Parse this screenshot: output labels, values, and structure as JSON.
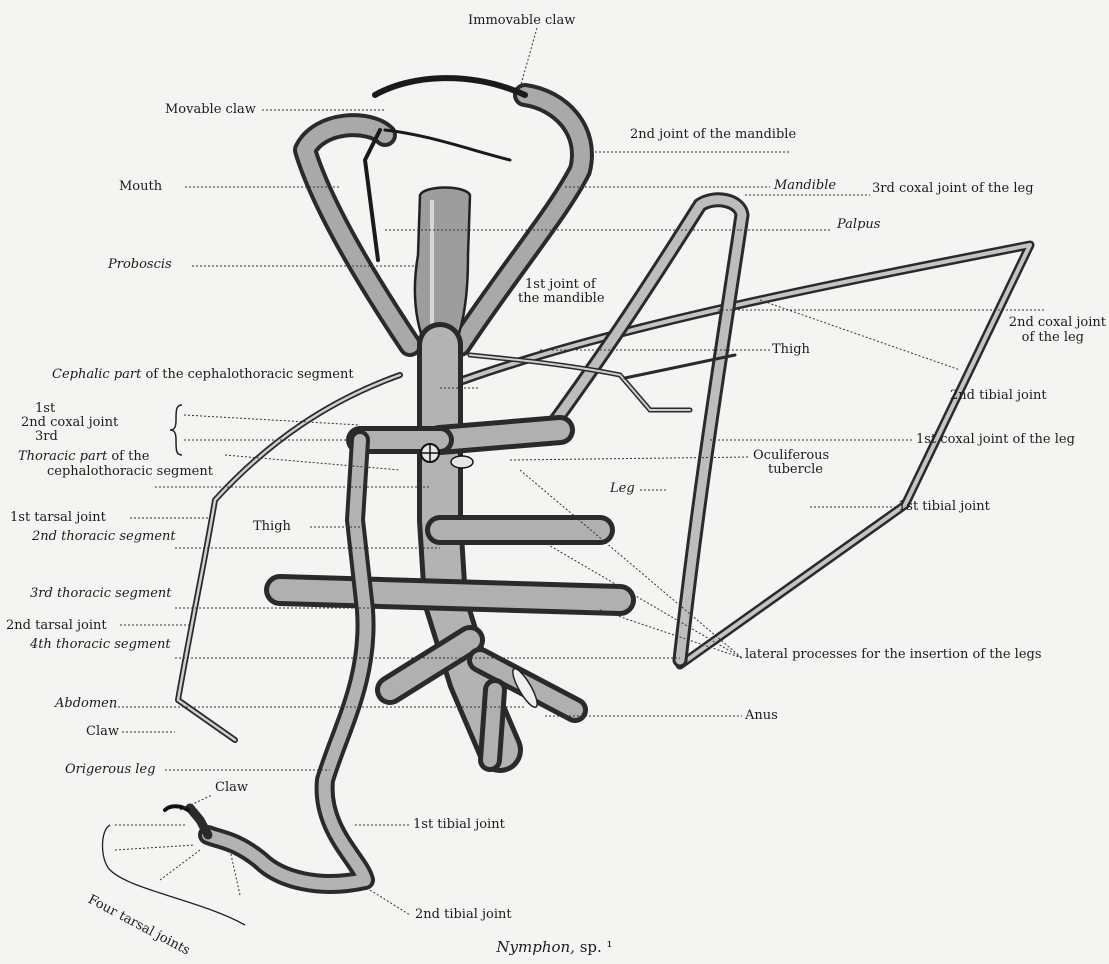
{
  "figure": {
    "caption_name": "Nymphon,",
    "caption_rest": " sp. ¹"
  },
  "labels": {
    "immovable_claw": "Immovable claw",
    "movable_claw": "Movable claw",
    "mandible_joint2": "2nd joint of the mandible",
    "mouth": "Mouth",
    "mandible": "Mandible",
    "coxal3_leg": "3rd coxal joint of the leg",
    "palpus": "Palpus",
    "proboscis": "Proboscis",
    "mandible_joint1_a": "1st joint of",
    "mandible_joint1_b": "the mandible",
    "coxal2_leg_a": "2nd coxal joint",
    "coxal2_leg_b": "of the leg",
    "thigh_right": "Thigh",
    "cephalic_part_a": "Cephalic part",
    "cephalic_part_b": " of the cephalothoracic segment",
    "tibial2_right": "2nd tibial joint",
    "coxal_1st": "1st",
    "coxal_2nd": "2nd coxal joint",
    "coxal_3rd": "3rd",
    "coxal1_leg": "1st coxal joint of the leg",
    "thoracic_part_a": "Thoracic part",
    "thoracic_part_b": " of the",
    "thoracic_part_c": "cephalothoracic segment",
    "oculiferous_a": "Oculiferous",
    "oculiferous_b": "tubercle",
    "leg": "Leg",
    "tibial1_right": "1st tibial joint",
    "tarsal1": "1st tarsal joint",
    "thigh_left": "Thigh",
    "thoracic2": "2nd thoracic segment",
    "thoracic3": "3rd thoracic segment",
    "tarsal2": "2nd tarsal joint",
    "thoracic4": "4th thoracic segment",
    "lateral_processes": "lateral processes for the insertion of the legs",
    "abdomen": "Abdomen",
    "anus": "Anus",
    "claw_left": "Claw",
    "origerous_leg": "Origerous leg",
    "claw_bottom": "Claw",
    "tibial1_bottom": "1st tibial joint",
    "four_tarsal": "Four tarsal joints",
    "tibial2_bottom": "2nd tibial joint"
  }
}
